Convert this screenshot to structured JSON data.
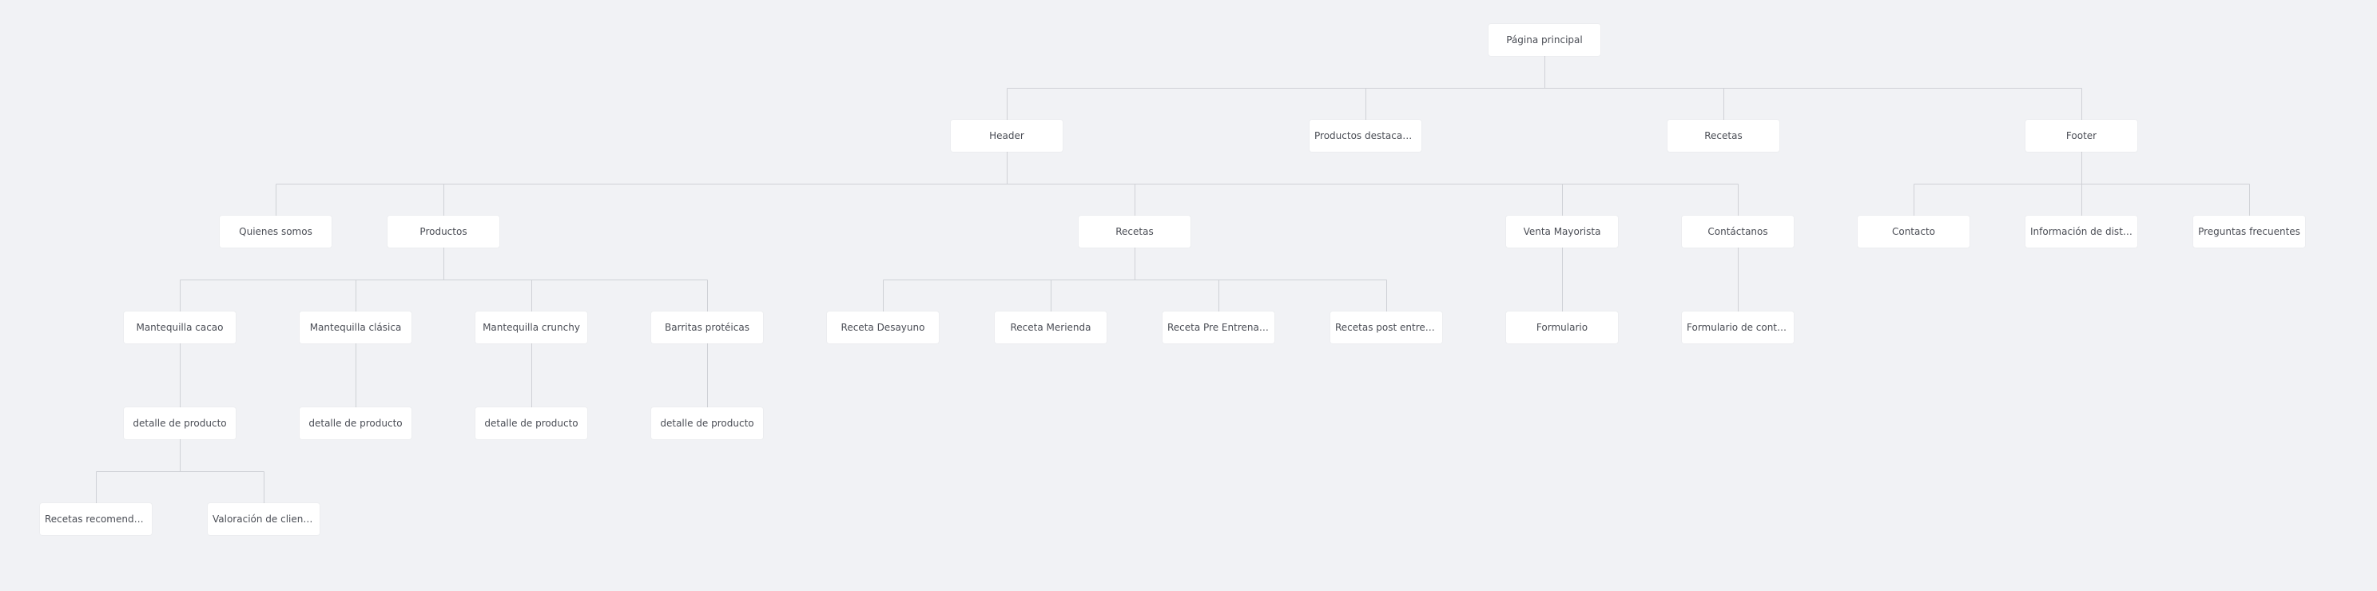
{
  "sitemap": {
    "nodes": [
      {
        "id": "home",
        "label": "Página principal",
        "parent": null
      },
      {
        "id": "header",
        "label": "Header",
        "parent": "home"
      },
      {
        "id": "productos-destacados",
        "label": "Productos destacados",
        "parent": "home"
      },
      {
        "id": "recetas-top",
        "label": "Recetas",
        "parent": "home"
      },
      {
        "id": "footer",
        "label": "Footer",
        "parent": "home"
      },
      {
        "id": "quienes-somos",
        "label": "Quienes somos",
        "parent": "header"
      },
      {
        "id": "productos",
        "label": "Productos",
        "parent": "header"
      },
      {
        "id": "recetas",
        "label": "Recetas",
        "parent": "header"
      },
      {
        "id": "venta-mayorista",
        "label": "Venta Mayorista",
        "parent": "header"
      },
      {
        "id": "contactanos",
        "label": "Contáctanos",
        "parent": "header"
      },
      {
        "id": "contacto",
        "label": "Contacto",
        "parent": "footer"
      },
      {
        "id": "info-distribuidores",
        "label": "Información de distribu...",
        "parent": "footer"
      },
      {
        "id": "preguntas-frecuentes",
        "label": "Preguntas frecuentes",
        "parent": "footer"
      },
      {
        "id": "mantequilla-cacao",
        "label": "Mantequilla cacao",
        "parent": "productos"
      },
      {
        "id": "mantequilla-clasica",
        "label": "Mantequilla clásica",
        "parent": "productos"
      },
      {
        "id": "mantequilla-crunchy",
        "label": "Mantequilla crunchy",
        "parent": "productos"
      },
      {
        "id": "barritas-proteicas",
        "label": "Barritas protéicas",
        "parent": "productos"
      },
      {
        "id": "receta-desayuno",
        "label": "Receta Desayuno",
        "parent": "recetas"
      },
      {
        "id": "receta-merienda",
        "label": "Receta Merienda",
        "parent": "recetas"
      },
      {
        "id": "receta-pre",
        "label": "Receta Pre Entrenamie...",
        "parent": "recetas"
      },
      {
        "id": "recetas-post",
        "label": "Recetas post entrenami...",
        "parent": "recetas"
      },
      {
        "id": "formulario",
        "label": "Formulario",
        "parent": "venta-mayorista"
      },
      {
        "id": "formulario-contacto",
        "label": "Formulario de contacto",
        "parent": "contactanos"
      },
      {
        "id": "detalle-cacao",
        "label": "detalle de producto",
        "parent": "mantequilla-cacao"
      },
      {
        "id": "detalle-clasica",
        "label": "detalle de producto",
        "parent": "mantequilla-clasica"
      },
      {
        "id": "detalle-crunchy",
        "label": "detalle de producto",
        "parent": "mantequilla-crunchy"
      },
      {
        "id": "detalle-barritas",
        "label": "detalle de producto",
        "parent": "barritas-proteicas"
      },
      {
        "id": "recetas-recomendadas",
        "label": "Recetas recomendadas",
        "parent": "detalle-cacao"
      },
      {
        "id": "valoracion-clientes",
        "label": "Valoración de clientes",
        "parent": "detalle-cacao"
      }
    ]
  }
}
